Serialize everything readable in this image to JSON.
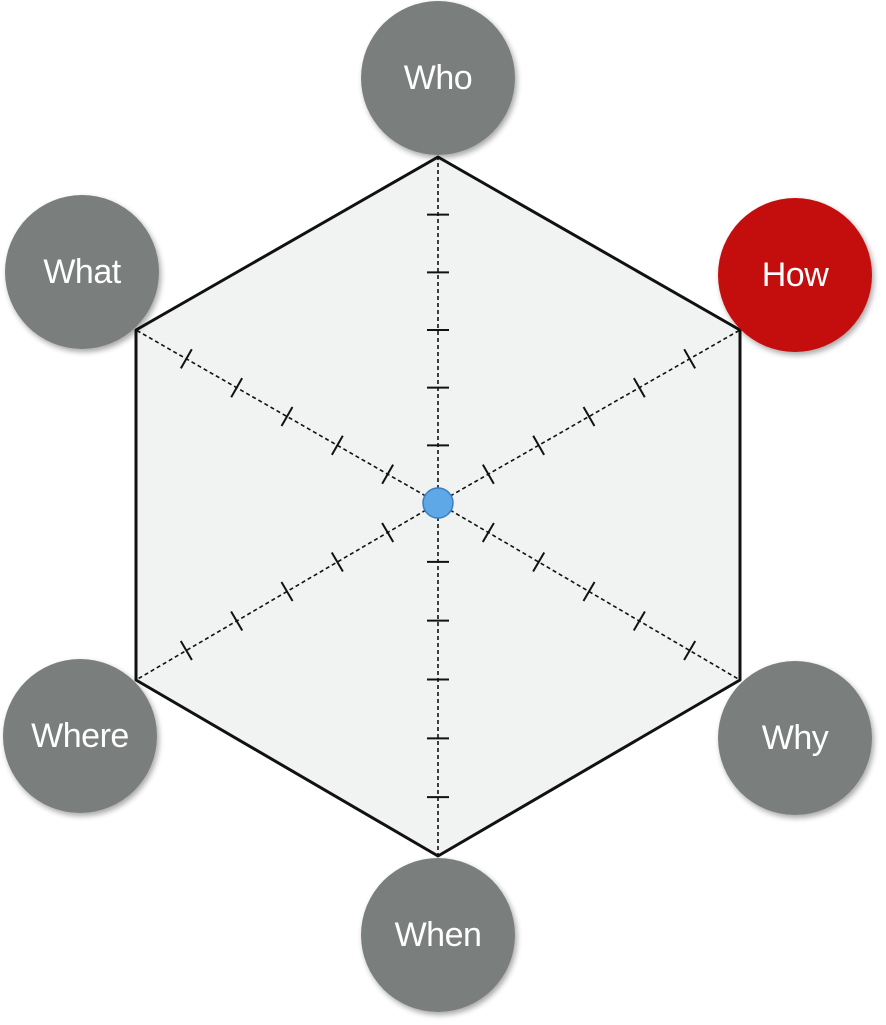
{
  "nodes": [
    {
      "id": "who",
      "label": "Who",
      "color": "#7a7f7e"
    },
    {
      "id": "how",
      "label": "How",
      "color": "#c40f10"
    },
    {
      "id": "why",
      "label": "Why",
      "color": "#7a7f7e"
    },
    {
      "id": "when",
      "label": "When",
      "color": "#7a7f7e"
    },
    {
      "id": "where",
      "label": "Where",
      "color": "#7a7f7e"
    },
    {
      "id": "what",
      "label": "What",
      "color": "#7a7f7e"
    }
  ],
  "colors": {
    "hexagon_fill": "#f1f2f2",
    "hexagon_stroke": "#111111",
    "axis_stroke": "#111111",
    "center_point": "#5fa8e8",
    "center_point_stroke": "#3a7fc0"
  },
  "ticks_per_axis": 5
}
